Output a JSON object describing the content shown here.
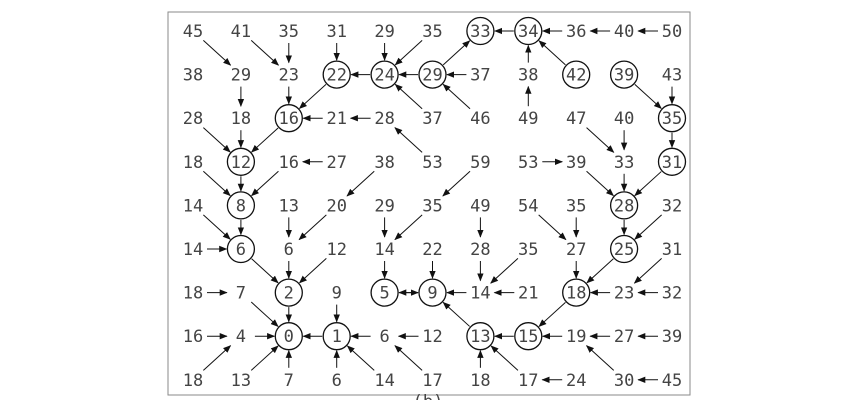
{
  "diagram": {
    "caption": "(b)",
    "rows": [
      [
        "45",
        "41",
        "35",
        "31",
        "29",
        "35",
        "33",
        "34",
        "36",
        "40",
        "50"
      ],
      [
        "38",
        "29",
        "23",
        "22",
        "24",
        "29",
        "37",
        "38",
        "42",
        "39",
        "43"
      ],
      [
        "28",
        "18",
        "16",
        "21",
        "28",
        "37",
        "46",
        "49",
        "47",
        "40",
        "35"
      ],
      [
        "18",
        "12",
        "16",
        "27",
        "38",
        "53",
        "59",
        "53",
        "39",
        "33",
        "31"
      ],
      [
        "14",
        "8",
        "13",
        "20",
        "29",
        "35",
        "49",
        "54",
        "35",
        "28",
        "32"
      ],
      [
        "14",
        "6",
        "6",
        "12",
        "14",
        "22",
        "28",
        "35",
        "27",
        "25",
        "31"
      ],
      [
        "18",
        "7",
        "2",
        "9",
        "5",
        "9",
        "14",
        "21",
        "18",
        "23",
        "32"
      ],
      [
        "16",
        "4",
        "0",
        "1",
        "6",
        "12",
        "13",
        "15",
        "19",
        "27",
        "39"
      ],
      [
        "18",
        "13",
        "7",
        "6",
        "14",
        "17",
        "18",
        "17",
        "24",
        "30",
        "45"
      ]
    ],
    "circled": [
      "0,6",
      "0,7",
      "1,3",
      "1,4",
      "1,5",
      "1,8",
      "1,9",
      "2,2",
      "2,10",
      "3,1",
      "3,10",
      "4,1",
      "4,9",
      "5,1",
      "5,9",
      "6,2",
      "6,4",
      "6,5",
      "6,8",
      "7,2",
      "7,3",
      "7,6",
      "7,7"
    ],
    "arrows": [
      [
        "0,0",
        "1,1"
      ],
      [
        "0,1",
        "1,2"
      ],
      [
        "0,2",
        "1,2"
      ],
      [
        "0,3",
        "1,3"
      ],
      [
        "0,4",
        "1,4"
      ],
      [
        "0,5",
        "1,4"
      ],
      [
        "0,7",
        "0,6"
      ],
      [
        "0,8",
        "0,7"
      ],
      [
        "0,9",
        "0,8"
      ],
      [
        "0,10",
        "0,9"
      ],
      [
        "1,1",
        "2,1"
      ],
      [
        "1,2",
        "2,2"
      ],
      [
        "1,3",
        "2,2"
      ],
      [
        "1,4",
        "1,3"
      ],
      [
        "1,5",
        "1,4"
      ],
      [
        "1,6",
        "1,5"
      ],
      [
        "1,7",
        "0,7"
      ],
      [
        "1,8",
        "0,7"
      ],
      [
        "1,9",
        "2,10"
      ],
      [
        "1,10",
        "2,10"
      ],
      [
        "1,5",
        "0,6"
      ],
      [
        "2,0",
        "3,1"
      ],
      [
        "2,1",
        "3,1"
      ],
      [
        "2,2",
        "3,1"
      ],
      [
        "2,3",
        "2,2"
      ],
      [
        "2,4",
        "2,3"
      ],
      [
        "2,5",
        "1,4"
      ],
      [
        "2,6",
        "1,5"
      ],
      [
        "2,7",
        "1,7"
      ],
      [
        "2,8",
        "3,9"
      ],
      [
        "2,9",
        "3,9"
      ],
      [
        "2,10",
        "3,10"
      ],
      [
        "3,0",
        "4,1"
      ],
      [
        "3,1",
        "4,1"
      ],
      [
        "3,2",
        "4,1"
      ],
      [
        "3,3",
        "3,2"
      ],
      [
        "3,4",
        "4,3"
      ],
      [
        "3,5",
        "2,4"
      ],
      [
        "3,6",
        "4,5"
      ],
      [
        "3,7",
        "3,8"
      ],
      [
        "3,8",
        "4,9"
      ],
      [
        "3,9",
        "4,9"
      ],
      [
        "3,10",
        "4,9"
      ],
      [
        "4,0",
        "5,1"
      ],
      [
        "4,1",
        "5,1"
      ],
      [
        "4,2",
        "5,2"
      ],
      [
        "4,3",
        "5,2"
      ],
      [
        "4,4",
        "5,4"
      ],
      [
        "4,5",
        "5,4"
      ],
      [
        "4,6",
        "5,6"
      ],
      [
        "4,7",
        "5,8"
      ],
      [
        "4,8",
        "5,8"
      ],
      [
        "4,9",
        "5,9"
      ],
      [
        "4,10",
        "5,9"
      ],
      [
        "5,0",
        "5,1"
      ],
      [
        "5,1",
        "6,2"
      ],
      [
        "5,2",
        "6,2"
      ],
      [
        "5,3",
        "6,2"
      ],
      [
        "5,4",
        "6,4"
      ],
      [
        "5,5",
        "6,5"
      ],
      [
        "5,6",
        "6,6"
      ],
      [
        "5,7",
        "6,6"
      ],
      [
        "5,8",
        "6,8"
      ],
      [
        "5,9",
        "6,8"
      ],
      [
        "5,10",
        "6,9"
      ],
      [
        "6,0",
        "6,1"
      ],
      [
        "6,1",
        "7,2"
      ],
      [
        "6,2",
        "7,2"
      ],
      [
        "6,3",
        "7,3"
      ],
      [
        "6,4",
        "6,5"
      ],
      [
        "6,5",
        "6,4"
      ],
      [
        "6,6",
        "6,5"
      ],
      [
        "6,7",
        "6,6"
      ],
      [
        "6,8",
        "7,7"
      ],
      [
        "6,9",
        "6,8"
      ],
      [
        "6,10",
        "6,9"
      ],
      [
        "7,0",
        "7,1"
      ],
      [
        "7,1",
        "7,2"
      ],
      [
        "7,3",
        "7,2"
      ],
      [
        "7,4",
        "7,3"
      ],
      [
        "7,5",
        "7,4"
      ],
      [
        "7,6",
        "6,5"
      ],
      [
        "7,7",
        "7,6"
      ],
      [
        "7,8",
        "7,7"
      ],
      [
        "7,9",
        "7,8"
      ],
      [
        "7,10",
        "7,9"
      ],
      [
        "8,0",
        "7,1"
      ],
      [
        "8,1",
        "7,2"
      ],
      [
        "8,2",
        "7,2"
      ],
      [
        "8,3",
        "7,3"
      ],
      [
        "8,4",
        "7,3"
      ],
      [
        "8,5",
        "7,4"
      ],
      [
        "8,6",
        "7,6"
      ],
      [
        "8,7",
        "7,6"
      ],
      [
        "8,8",
        "8,7"
      ],
      [
        "8,9",
        "7,8"
      ],
      [
        "8,10",
        "8,9"
      ]
    ]
  }
}
